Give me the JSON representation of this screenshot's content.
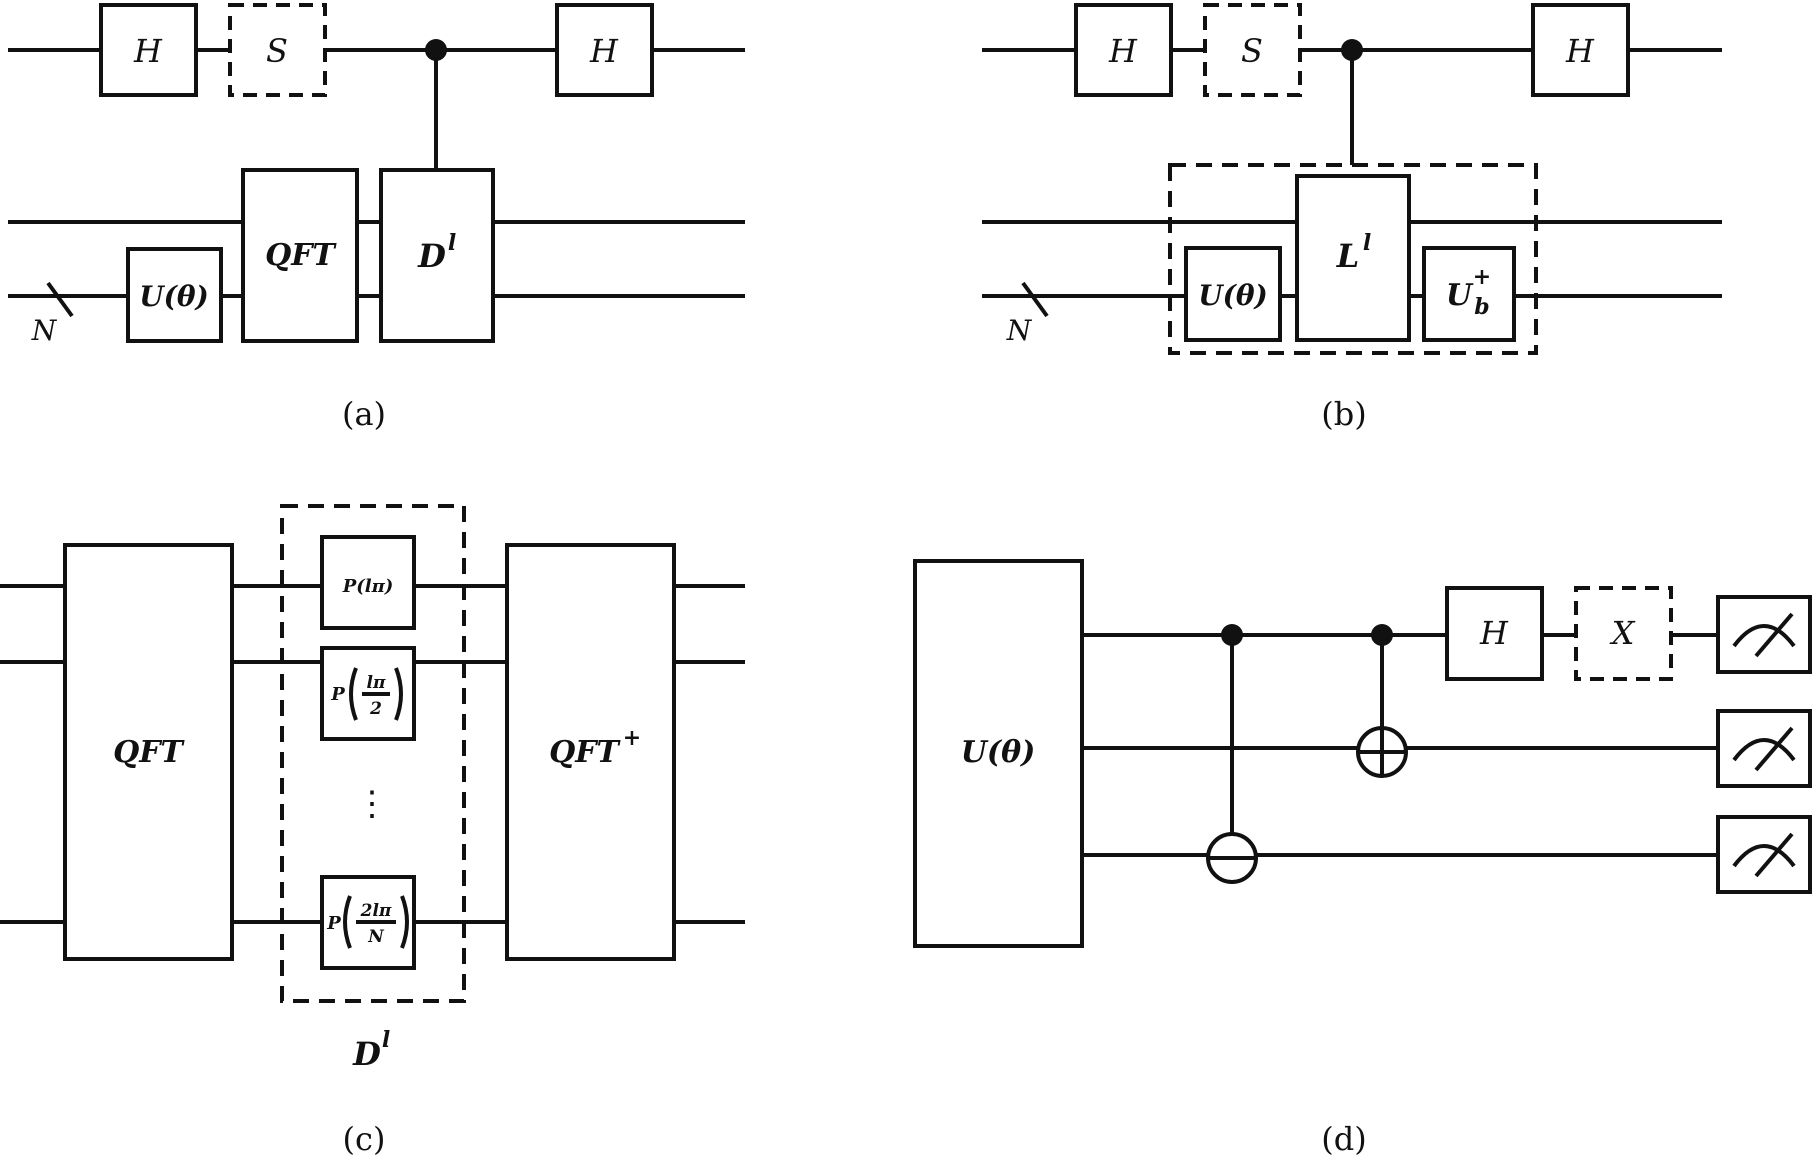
{
  "panel_a": {
    "caption": "(a)",
    "gate_h1": "H",
    "gate_s": "S",
    "gate_h2": "H",
    "gate_qft": "QFT",
    "gate_d_base": "D",
    "gate_d_sup": "l",
    "gate_u": "U(θ)",
    "register_label": "N"
  },
  "panel_b": {
    "caption": "(b)",
    "gate_h1": "H",
    "gate_s": "S",
    "gate_h2": "H",
    "gate_l_base": "L",
    "gate_l_sup": "l",
    "gate_u": "U(θ)",
    "gate_ub_base": "U",
    "gate_ub_sup": "+",
    "gate_ub_sub": "b",
    "register_label": "N"
  },
  "panel_c": {
    "caption": "(c)",
    "gate_qft": "QFT",
    "gate_qft_inv_base": "QFT",
    "gate_qft_inv_sup": "+",
    "phase_gate_1": "P(lπ)",
    "phase_p": "P",
    "phase_2_num": "lπ",
    "phase_2_den": "2",
    "phase_3_num": "2lπ",
    "phase_3_den": "N",
    "vdots": "⋮",
    "block_label_base": "D",
    "block_label_sup": "l"
  },
  "panel_d": {
    "caption": "(d)",
    "gate_u": "U(θ)",
    "gate_h": "H",
    "gate_x": "X"
  }
}
